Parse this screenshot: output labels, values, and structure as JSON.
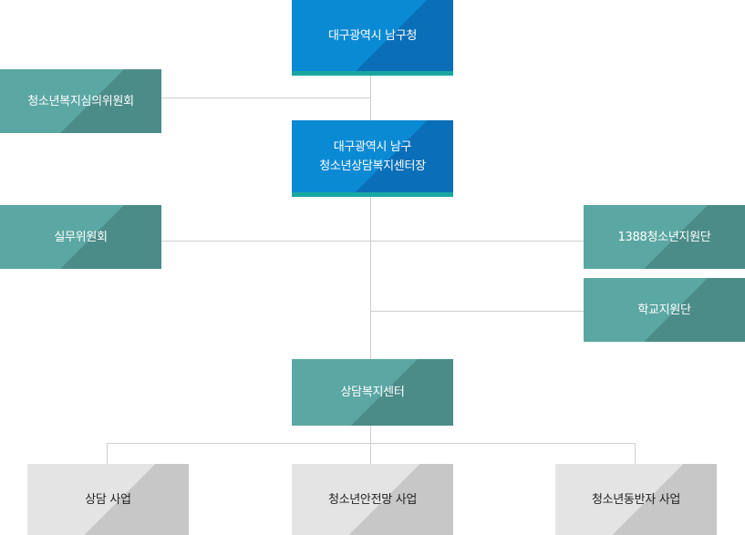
{
  "org_chart": {
    "top": "대구광역시 남구청",
    "center_head": "대구광역시 남구\n청소년상담복지센터장",
    "welfare_committee": "청소년복지심의위원회",
    "working_committee": "실무위원회",
    "support_1388": "1388청소년지원단",
    "school_support": "학교지원단",
    "center": "상담복지센터",
    "programs": [
      "상담 사업",
      "청소년안전망 사업",
      "청소년동반자 사업"
    ]
  },
  "colors": {
    "primary_blue": "#0b8ad4",
    "primary_blue_dark": "#0a6fb8",
    "accent_bar": "#19a8a0",
    "teal": "#5ba7a3",
    "teal_dark": "#4b8c89",
    "gray": "#e4e4e4",
    "gray_dark": "#c7c7c7",
    "connector": "#cfcfcf"
  }
}
